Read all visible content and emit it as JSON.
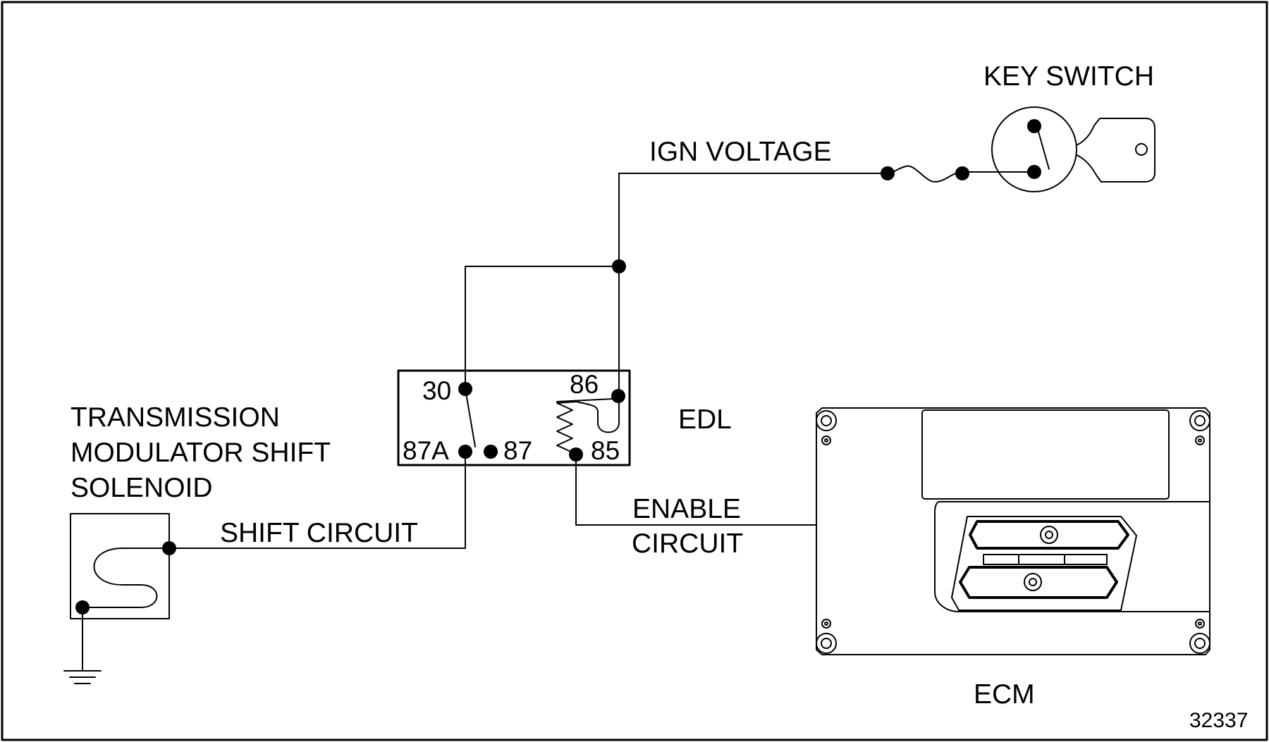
{
  "labels": {
    "key_switch": "KEY SWITCH",
    "ign_voltage": "IGN VOLTAGE",
    "edl": "EDL",
    "solenoid_line1": "TRANSMISSION",
    "solenoid_line2": "MODULATOR SHIFT",
    "solenoid_line3": "SOLENOID",
    "shift_circuit": "SHIFT CIRCUIT",
    "enable_line1": "ENABLE",
    "enable_line2": "CIRCUIT",
    "ecm": "ECM",
    "figure_number": "32337"
  },
  "relay_terminals": {
    "t30": "30",
    "t86": "86",
    "t87a": "87A",
    "t87": "87",
    "t85": "85"
  },
  "colors": {
    "ink": "#000000",
    "background": "#ffffff"
  }
}
